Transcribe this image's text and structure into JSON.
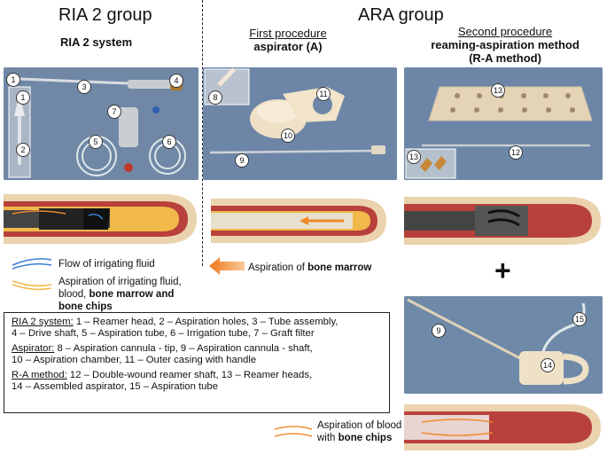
{
  "headers": {
    "ria_group": "RIA 2 group",
    "ara_group": "ARA group",
    "ria_system": "RIA 2 system",
    "first_proc_1": "First procedure",
    "first_proc_2": "aspirator (A)",
    "second_proc_1": "Second procedure",
    "second_proc_2": "reaming-aspiration method",
    "second_proc_3": "(R-A method)"
  },
  "badges": {
    "b1": "1",
    "b1b": "1",
    "b2": "2",
    "b3": "3",
    "b4": "4",
    "b5": "5",
    "b6": "6",
    "b7": "7",
    "b8": "8",
    "b9": "9",
    "b10": "10",
    "b11": "11",
    "b12": "12",
    "b13": "13",
    "b13b": "13",
    "b14": "14",
    "b15": "15",
    "b9b": "9"
  },
  "legend_flow": {
    "irrigating": "Flow of irrigating fluid",
    "aspiration_1": "Aspiration of irrigating fluid,",
    "aspiration_2": "blood, ",
    "aspiration_2b": "bone marrow and",
    "aspiration_3": "bone chips"
  },
  "aspiration_marrow": {
    "prefix": "Aspiration of ",
    "bold": "bone marrow"
  },
  "aspiration_blood": {
    "line1": "Aspiration of blood",
    "line2": "with ",
    "bold": "bone chips"
  },
  "plus": "+",
  "legend": {
    "ria_label": "RIA 2 system:",
    "ria_text_1": " 1 – Reamer head, 2 – Aspiration holes, 3 – Tube assembly,",
    "ria_text_2": "4 – Drive shaft, 5 – Aspiration tube, 6 – Irrigation tube, 7 – Graft filter",
    "asp_label": "Aspirator:",
    "asp_text_1": " 8 – Aspiration cannula - tip, 9 – Aspiration cannula - shaft,",
    "asp_text_2": "10 – Aspiration chamber, 11 – Outer casing with handle",
    "ra_label": "R-A method:",
    "ra_text_1": " 12 – Double-wound reamer shaft, 13 – Reamer heads,",
    "ra_text_2": "14 – Assembled aspirator, 15 – Aspiration tube"
  },
  "colors": {
    "photo_blue": "#6f86a6",
    "bone": "#e8cfa8",
    "marrow": "#c24a3a",
    "fat_yellow": "#f0b94a",
    "arrow_orange": "#ef8a2a",
    "flow_blue": "#3a7fd6"
  }
}
